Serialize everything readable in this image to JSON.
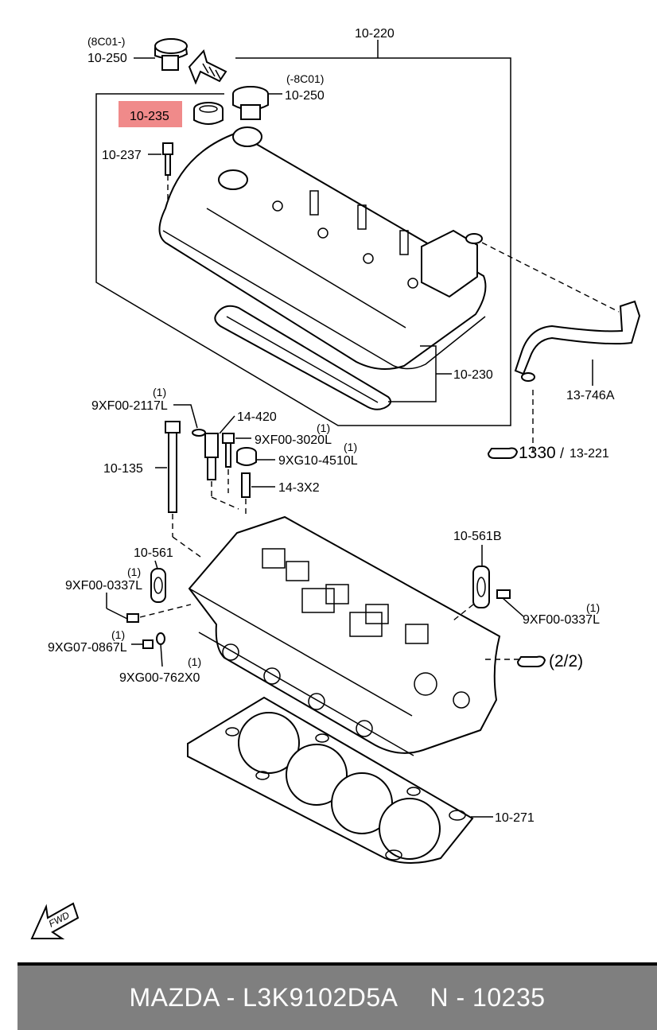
{
  "labels": {
    "l_10220": "10-220",
    "l_8c01": "(8C01-)",
    "l_10250a": "10-250",
    "l_minus8c01": "(-8C01)",
    "l_10250b": "10-250",
    "l_10235": "10-235",
    "l_10237": "10-237",
    "l_10230": "10-230",
    "l_13746a": "13-746A",
    "l_1330": "1330",
    "l_slash": "/",
    "l_13221": "13-221",
    "l_9xf2117": "9XF00-2117L",
    "l_1a": "(1)",
    "l_14420": "14-420",
    "l_1b": "(1)",
    "l_9xf3020": "9XF00-3020L",
    "l_1c": "(1)",
    "l_9xg4510": "9XG10-4510L",
    "l_10135": "10-135",
    "l_143x2": "14-3X2",
    "l_10561": "10-561",
    "l_1d": "(1)",
    "l_9xf0337a": "9XF00-0337L",
    "l_1e": "(1)",
    "l_9xg0867": "9XG07-0867L",
    "l_1f": "(1)",
    "l_9xg762": "9XG00-762X0",
    "l_10561b": "10-561B",
    "l_1g": "(1)",
    "l_9xf0337b": "9XF00-0337L",
    "l_22": "(2/2)",
    "l_10271": "10-271",
    "l_fwd": "FWD"
  },
  "highlight": {
    "part": "10-235",
    "color": "#f08a8a"
  },
  "footer": {
    "brand_part": "MAZDA - L3K9102D5A",
    "ref": "N - 10235"
  },
  "colors": {
    "footer_bg": "#7f7f7f",
    "footer_text": "#ffffff"
  }
}
